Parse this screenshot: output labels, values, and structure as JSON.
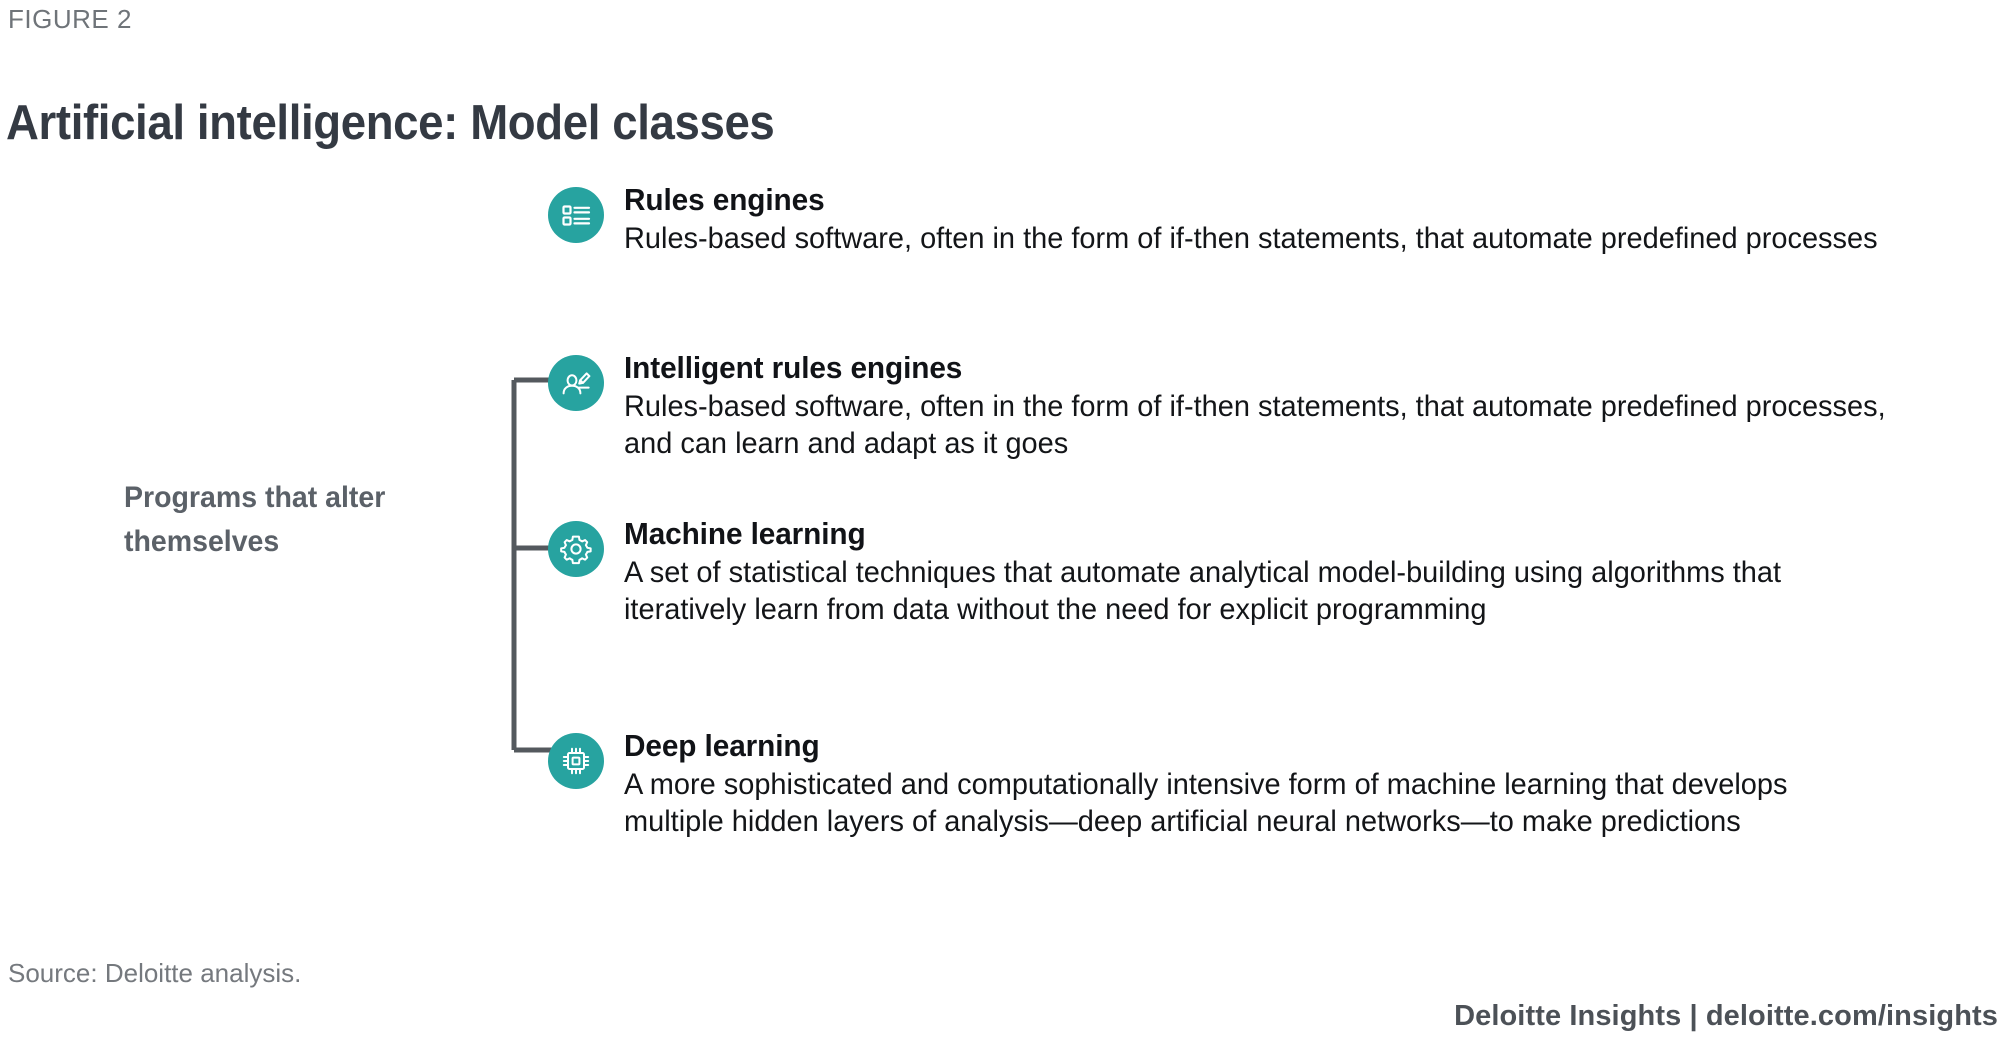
{
  "header": {
    "figure_label": "FIGURE 2",
    "title": "Artificial intelligence: Model classes"
  },
  "diagram": {
    "group_label": "Programs that alter themselves",
    "bracket_color": "#54595e",
    "accent_color": "#27a3a0",
    "items": [
      {
        "icon": "rules-list-icon",
        "title": "Rules engines",
        "description": "Rules-based software, often in the form of if-then statements, that automate predefined processes",
        "in_bracket": false
      },
      {
        "icon": "user-pencil-icon",
        "title": "Intelligent rules engines",
        "description": "Rules-based software, often in the form of if-then statements, that automate predefined processes, and can learn and adapt as it goes",
        "in_bracket": true
      },
      {
        "icon": "gear-icon",
        "title": "Machine learning",
        "description": "A set of statistical techniques that automate analytical model-building using algorithms that iteratively learn from data without the need for explicit programming",
        "in_bracket": true
      },
      {
        "icon": "microchip-icon",
        "title": "Deep learning",
        "description": "A more sophisticated and computationally intensive form of machine learning that develops multiple hidden layers of analysis—deep artificial neural networks—to make predictions",
        "in_bracket": true
      }
    ]
  },
  "footer": {
    "source": "Source: Deloitte analysis.",
    "brand": "Deloitte Insights | deloitte.com/insights"
  }
}
